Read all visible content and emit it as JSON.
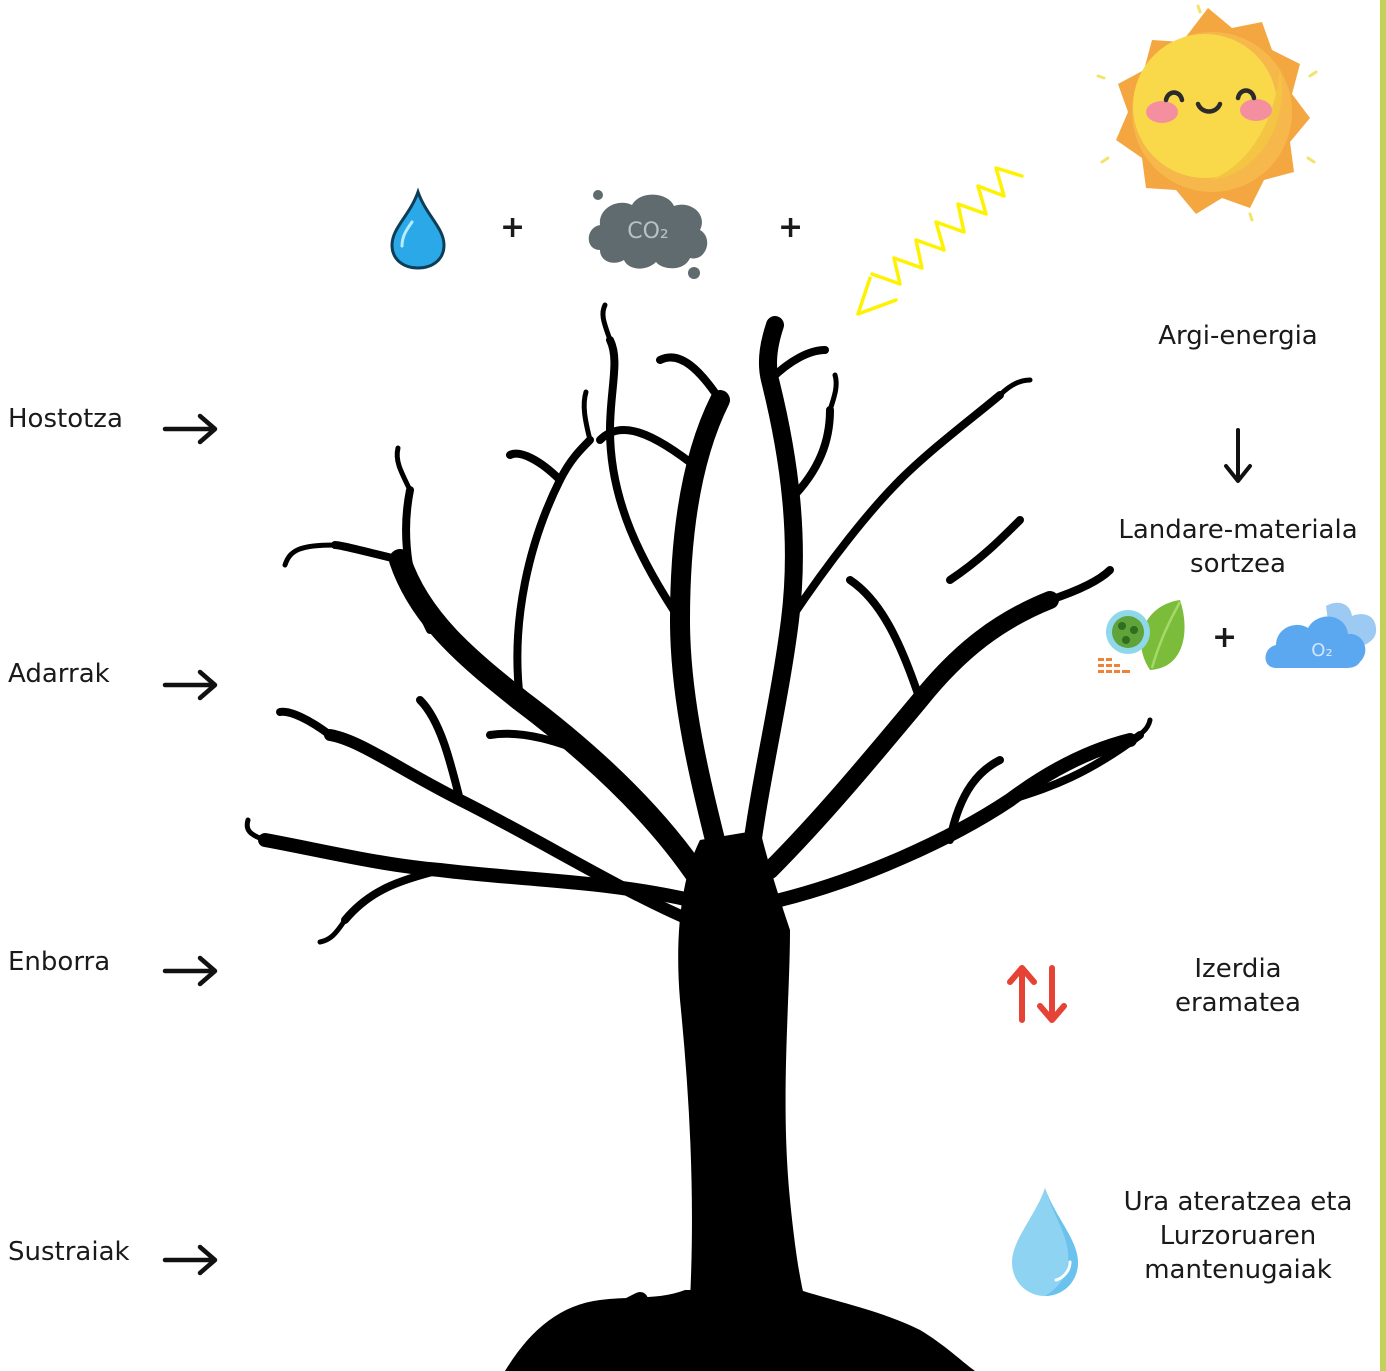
{
  "left_labels": {
    "hostotza": "Hostotza",
    "adarrak": "Adarrak",
    "enborra": "Enborra",
    "sustraiak": "Sustraiak"
  },
  "top_equation": {
    "plus_1": "+",
    "plus_2": "+",
    "co2_text": "CO₂"
  },
  "right_labels": {
    "argi_energia": "Argi-energia",
    "landare_materiala": "Landare-materiala sortzea",
    "plus": "+",
    "o2_text": "O₂",
    "izerdia": "Izerdia eramatea",
    "ura": "Ura ateratzea eta Lurzoruaren mantenugaiak"
  },
  "colors": {
    "arrow": "#111111",
    "updown_arrow": "#e54335",
    "sun": "#f4a640",
    "sun_face": "#f9d94a",
    "water": "#5bc2ef",
    "co2_cloud": "#5f6b6e",
    "o2_cloud": "#5ba8f0",
    "light_ray": "#fff200",
    "edge_bar": "#c3d15a",
    "tree": "#000000"
  },
  "icons": [
    "water-drop-icon",
    "co2-cloud-icon",
    "light-ray-icon",
    "sun-icon",
    "leaf-glucose-icon",
    "o2-cloud-icon",
    "up-down-arrows-icon",
    "water-drop-large-icon"
  ]
}
